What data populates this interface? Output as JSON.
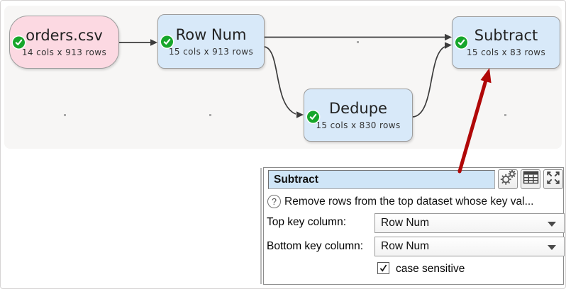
{
  "diagram": {
    "nodes": [
      {
        "title": "orders.csv",
        "subtitle": "14 cols x 913 rows"
      },
      {
        "title": "Row Num",
        "subtitle": "15 cols x 913 rows"
      },
      {
        "title": "Dedupe",
        "subtitle": "15 cols x 830 rows"
      },
      {
        "title": "Subtract",
        "subtitle": "15 cols x 83 rows"
      }
    ],
    "status_icon": "green-check-icon",
    "annotation": {
      "shape": "red-arrow",
      "points_to": "Subtract node"
    }
  },
  "panel": {
    "title_input": {
      "value": "Subtract"
    },
    "toolbar_icons": [
      "gear-icon",
      "table-icon",
      "expand-icon"
    ],
    "help": {
      "icon": "question-mark-icon",
      "text": "Remove rows from the top dataset whose key val..."
    },
    "fields": [
      {
        "label": "Top key column:",
        "value": "Row Num"
      },
      {
        "label": "Bottom key column:",
        "value": "Row Num"
      }
    ],
    "checkbox": {
      "label": "case sensitive",
      "checked": true
    }
  },
  "colors": {
    "input_node_fill": "#fcd9e2",
    "transform_node_fill": "#d8e9f9",
    "node_border": "#9d9d9d",
    "status_ok_green": "#17a62b",
    "connector": "#3c3c3c",
    "annotation_arrow_red": "#b00808",
    "panel_title_fill": "#cfe5f7",
    "canvas_bg": "#f7f6f5"
  }
}
